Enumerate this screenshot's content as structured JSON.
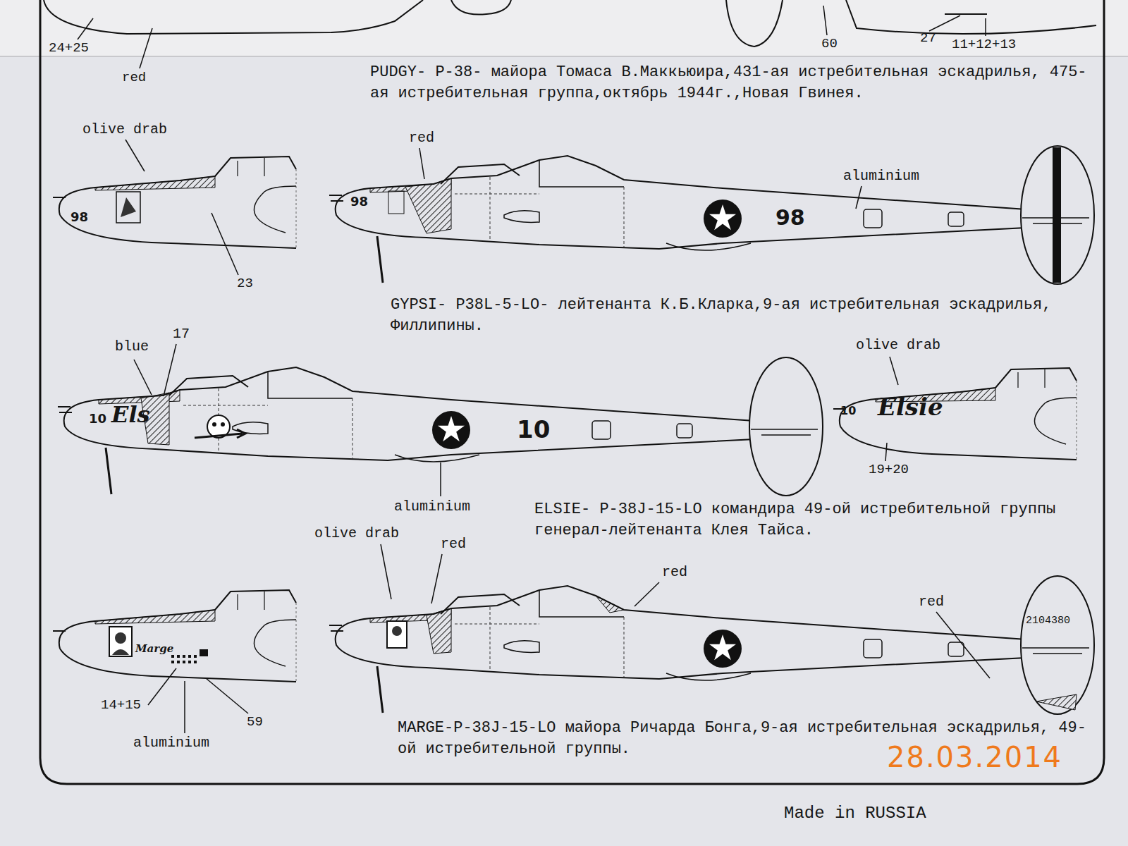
{
  "diagram": {
    "labels": [
      "24+25",
      "red",
      "60",
      "27",
      "11+12+13",
      "PUDGY- P-38- майора Томаса В.Маккьюира,431-ая истребительная эскадрилья, 475-ая истребительная группа,октябрь 1944г.,Новая Гвинея.",
      "olive drab",
      "red",
      "aluminium",
      "98",
      "23",
      "98",
      "98",
      "GYPSI- P38L-5-LO- лейтенанта К.Б.Кларка,9-ая истребительная эскадрилья, Филлипины.",
      "blue",
      "17",
      "10",
      "Els",
      "10",
      "aluminium",
      "olive drab",
      "10",
      "Elsie",
      "19+20",
      "ELSIE- P-38J-15-LO командира 49-ой истребительной группы генерал-лейтенанта Клея Тайса.",
      "olive drab",
      "red",
      "red",
      "red",
      "2104380",
      "Marge",
      "14+15",
      "59",
      "aluminium",
      "MARGE-P-38J-15-LO майора Ричарда Бонга,9-ая истребительная эскадрилья, 49-ой истребительной группы.",
      "28.03.2014",
      "Made in RUSSIA"
    ]
  }
}
